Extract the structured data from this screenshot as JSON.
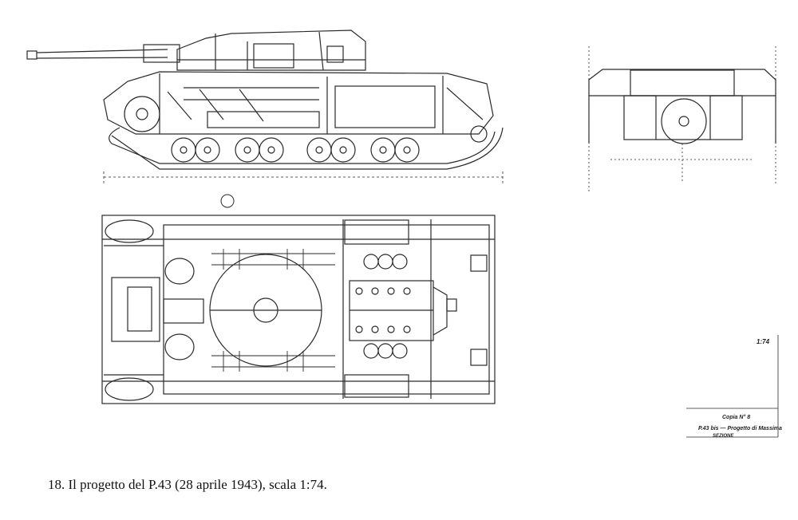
{
  "caption": "18. Il progetto del P.43 (28 aprile 1943), scala 1:74.",
  "title_block": {
    "copy_label": "Copia N° 8",
    "project_label": "P.43 bis — Progetto di Massima",
    "section_label": "SEZIONE",
    "side_note": "1:74"
  },
  "colors": {
    "ink": "#2a2a2a",
    "paper": "#ffffff"
  }
}
